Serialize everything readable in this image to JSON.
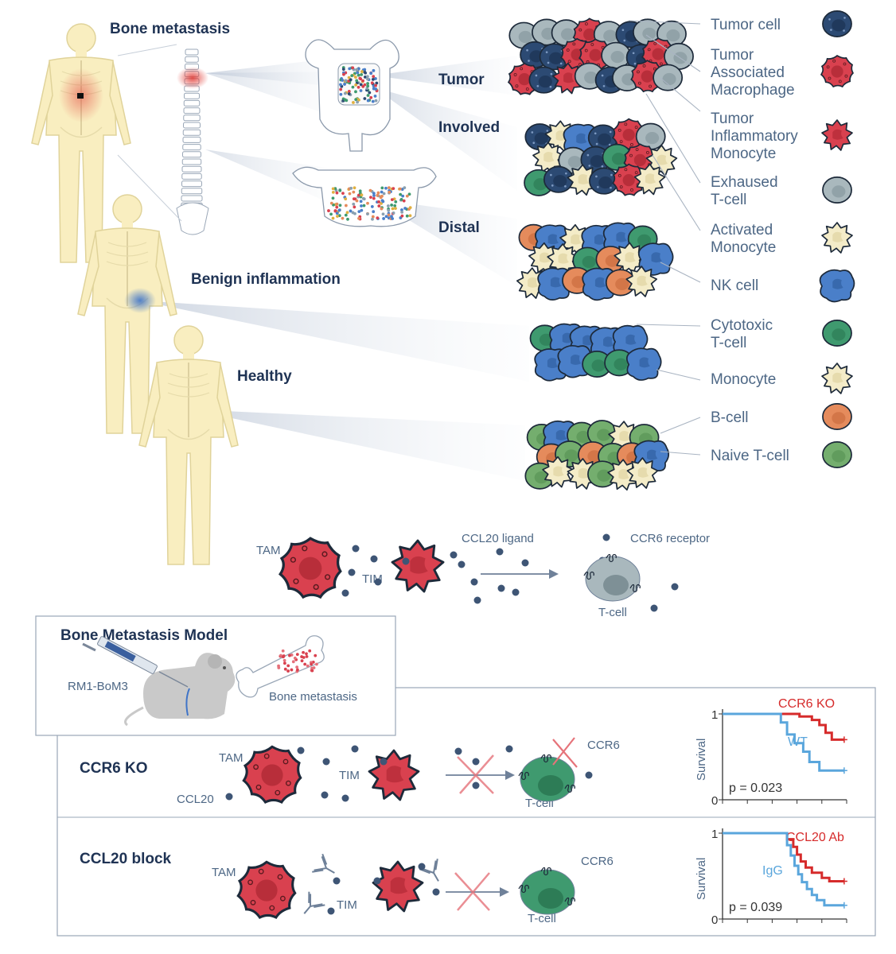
{
  "sections": {
    "bone_metastasis": "Bone metastasis",
    "benign_inflammation": "Benign inflammation",
    "healthy": "Healthy"
  },
  "sites": {
    "tumor": "Tumor",
    "involved": "Involved",
    "distal": "Distal"
  },
  "legend": [
    {
      "id": "tumor_cell",
      "lines": [
        "Tumor cell"
      ],
      "color": "#2c4a73"
    },
    {
      "id": "tam",
      "lines": [
        "Tumor",
        "Associated",
        "Macrophage"
      ],
      "color": "#d9414f"
    },
    {
      "id": "tim",
      "lines": [
        "Tumor",
        "Inflammatory",
        "Monocyte"
      ],
      "color": "#d9414f"
    },
    {
      "id": "exhausted",
      "lines": [
        "Exhaused",
        "T-cell"
      ],
      "color": "#a9b8bd"
    },
    {
      "id": "activated",
      "lines": [
        "Activated",
        "Monocyte"
      ],
      "color": "#f4ecc8"
    },
    {
      "id": "nk",
      "lines": [
        "NK cell"
      ],
      "color": "#4a7fc9"
    },
    {
      "id": "cytotoxic",
      "lines": [
        "Cytotoxic",
        "T-cell"
      ],
      "color": "#3f9a6f"
    },
    {
      "id": "monocyte",
      "lines": [
        "Monocyte"
      ],
      "color": "#f4ecc8"
    },
    {
      "id": "bcell",
      "lines": [
        "B-cell"
      ],
      "color": "#e58b5c"
    },
    {
      "id": "naive",
      "lines": [
        "Naive T-cell"
      ],
      "color": "#74ae6e"
    }
  ],
  "mechanism": {
    "tam": "TAM",
    "tim": "TIM",
    "ligand": "CCL20 ligand",
    "receptor": "CCR6 receptor",
    "tcell": "T-cell"
  },
  "model": {
    "title": "Bone Metastasis Model",
    "cell_line": "RM1-BoM3",
    "bone_label": "Bone metastasis"
  },
  "ko": {
    "title": "CCR6 KO",
    "tam": "TAM",
    "tim": "TIM",
    "ccl20": "CCL20",
    "ccr6": "CCR6",
    "tcell": "T-cell"
  },
  "block": {
    "title": "CCL20 block",
    "tam": "TAM",
    "tim": "TIM",
    "ccr6": "CCR6",
    "tcell": "T-cell"
  },
  "chart_data": [
    {
      "type": "line",
      "ylabel": "Survival",
      "yticks": [
        "1",
        "0"
      ],
      "ylim": [
        0,
        1
      ],
      "annotation": "p = 0.023",
      "series": [
        {
          "name": "CCR6 KO",
          "color": "#d62b2b",
          "points": [
            [
              0,
              1
            ],
            [
              0.62,
              1
            ],
            [
              0.62,
              0.97
            ],
            [
              0.72,
              0.97
            ],
            [
              0.72,
              0.93
            ],
            [
              0.78,
              0.93
            ],
            [
              0.78,
              0.87
            ],
            [
              0.83,
              0.87
            ],
            [
              0.83,
              0.78
            ],
            [
              0.88,
              0.78
            ],
            [
              0.88,
              0.7
            ],
            [
              0.98,
              0.7
            ]
          ]
        },
        {
          "name": "WT",
          "color": "#5aa6dc",
          "points": [
            [
              0,
              1
            ],
            [
              0.47,
              1
            ],
            [
              0.47,
              0.9
            ],
            [
              0.52,
              0.9
            ],
            [
              0.52,
              0.76
            ],
            [
              0.58,
              0.76
            ],
            [
              0.58,
              0.66
            ],
            [
              0.65,
              0.66
            ],
            [
              0.65,
              0.56
            ],
            [
              0.7,
              0.56
            ],
            [
              0.7,
              0.44
            ],
            [
              0.78,
              0.44
            ],
            [
              0.78,
              0.34
            ],
            [
              0.98,
              0.34
            ]
          ]
        }
      ]
    },
    {
      "type": "line",
      "ylabel": "Survival",
      "yticks": [
        "1",
        "0"
      ],
      "ylim": [
        0,
        1
      ],
      "annotation": "p = 0.039",
      "series": [
        {
          "name": "CCL20 Ab",
          "color": "#d62b2b",
          "points": [
            [
              0,
              1
            ],
            [
              0.52,
              1
            ],
            [
              0.52,
              0.93
            ],
            [
              0.57,
              0.93
            ],
            [
              0.57,
              0.84
            ],
            [
              0.6,
              0.84
            ],
            [
              0.6,
              0.75
            ],
            [
              0.63,
              0.75
            ],
            [
              0.63,
              0.67
            ],
            [
              0.67,
              0.67
            ],
            [
              0.67,
              0.6
            ],
            [
              0.72,
              0.6
            ],
            [
              0.72,
              0.54
            ],
            [
              0.8,
              0.54
            ],
            [
              0.8,
              0.48
            ],
            [
              0.86,
              0.48
            ],
            [
              0.86,
              0.44
            ],
            [
              0.98,
              0.44
            ]
          ]
        },
        {
          "name": "IgG",
          "color": "#5aa6dc",
          "points": [
            [
              0,
              1
            ],
            [
              0.52,
              1
            ],
            [
              0.52,
              0.86
            ],
            [
              0.55,
              0.86
            ],
            [
              0.55,
              0.74
            ],
            [
              0.58,
              0.74
            ],
            [
              0.58,
              0.62
            ],
            [
              0.61,
              0.62
            ],
            [
              0.61,
              0.52
            ],
            [
              0.64,
              0.52
            ],
            [
              0.64,
              0.43
            ],
            [
              0.68,
              0.43
            ],
            [
              0.68,
              0.35
            ],
            [
              0.72,
              0.35
            ],
            [
              0.72,
              0.28
            ],
            [
              0.76,
              0.28
            ],
            [
              0.76,
              0.22
            ],
            [
              0.82,
              0.22
            ],
            [
              0.82,
              0.16
            ],
            [
              0.98,
              0.16
            ]
          ]
        }
      ]
    }
  ]
}
